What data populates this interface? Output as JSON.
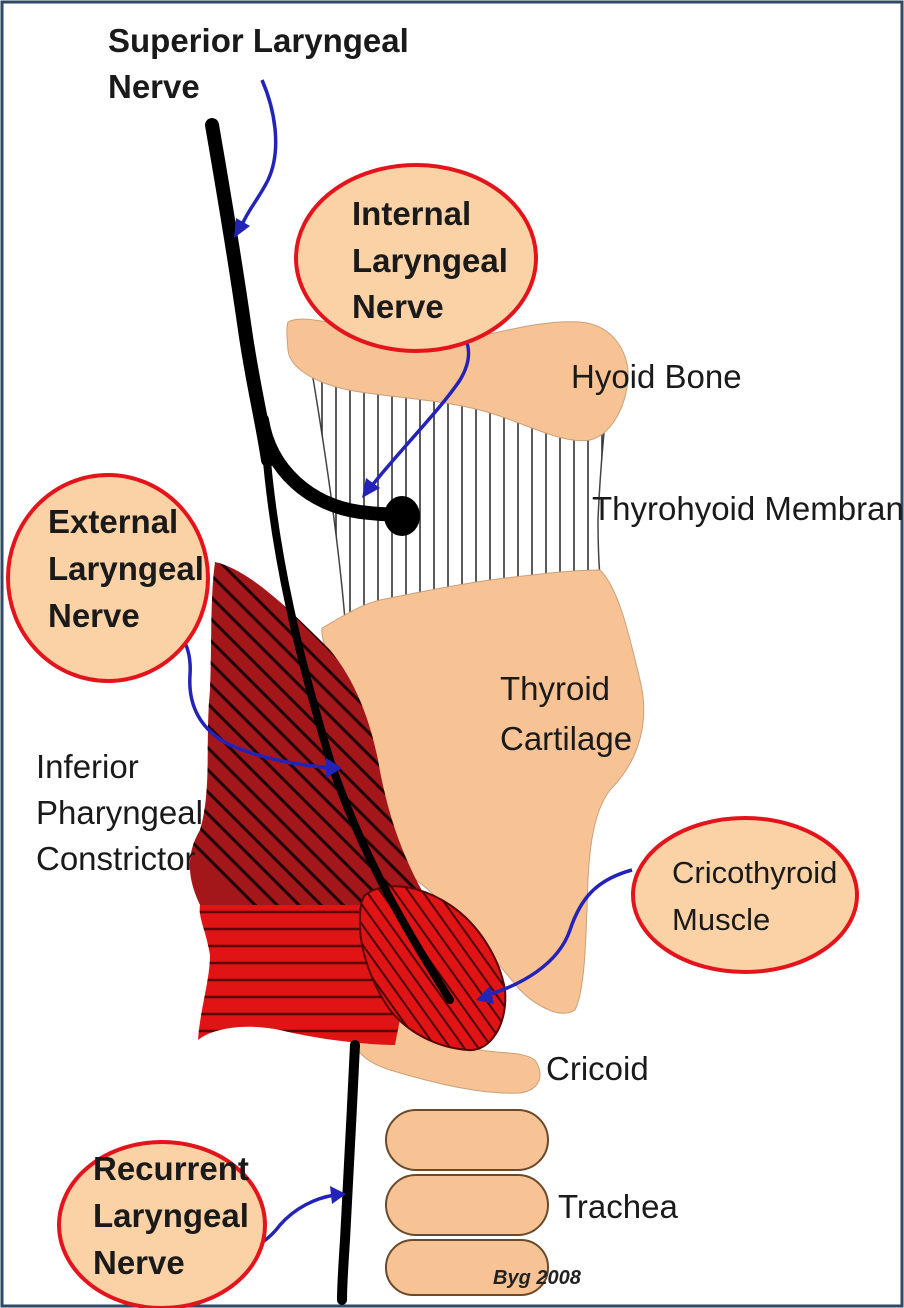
{
  "colors": {
    "frame": "#2e4a66",
    "cartilage": "#f7c394",
    "nerve": "#000000",
    "arrow": "#2323b8",
    "highlight_ring": "#e4141c",
    "highlight_fill": "#fbd2a6",
    "muscle_dark": "#a3161a",
    "muscle_bright": "#e01414"
  },
  "labels": {
    "superior_laryngeal_nerve": [
      "Superior Laryngeal",
      "Nerve"
    ],
    "internal_laryngeal_nerve": [
      "Internal",
      "Laryngeal",
      "Nerve"
    ],
    "hyoid_bone": "Hyoid Bone",
    "thyrohyoid_membrane": "Thyrohyoid Membrane",
    "external_laryngeal_nerve": [
      "External",
      "Laryngeal",
      "Nerve"
    ],
    "thyroid_cartilage": [
      "Thyroid",
      "Cartilage"
    ],
    "inferior_pharyngeal_constrictor": [
      "Inferior",
      "Pharyngeal",
      "Constrictor"
    ],
    "cricothyroid_muscle": [
      "Cricothyroid",
      "Muscle"
    ],
    "cricoid": "Cricoid",
    "trachea": "Trachea",
    "recurrent_laryngeal_nerve": [
      "Recurrent",
      "Laryngeal",
      "Nerve"
    ]
  },
  "signature": "Byg 2008"
}
